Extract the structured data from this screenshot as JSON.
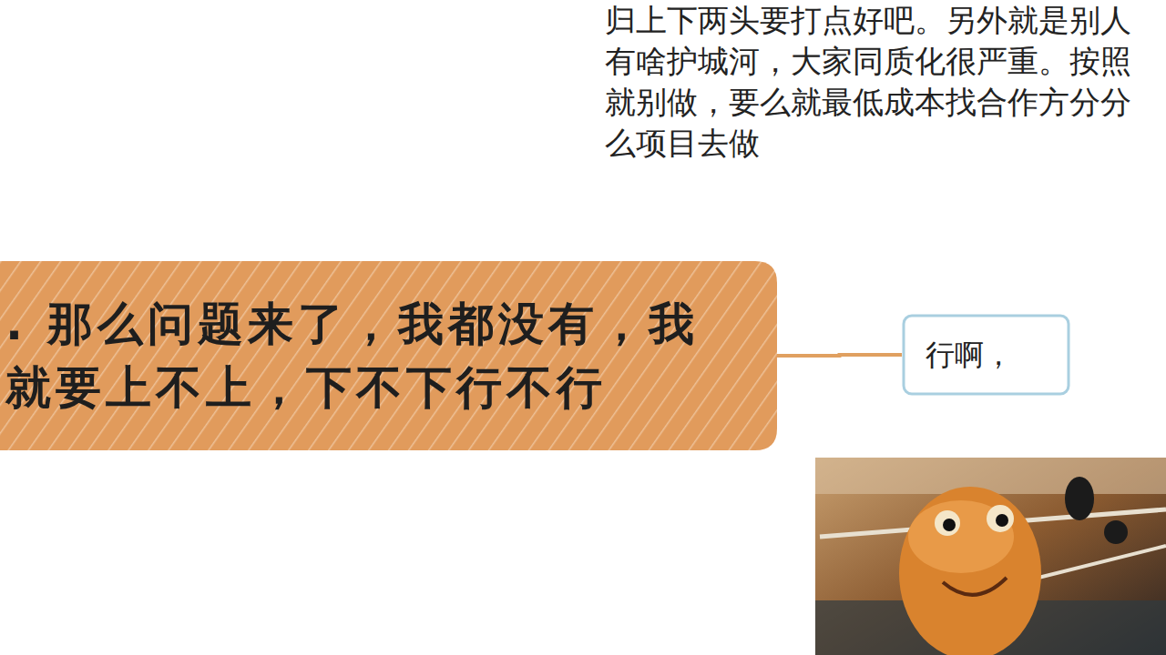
{
  "diagram": {
    "nodes": [
      {
        "text": [
          ". 那么问题来了，我都没有，我 就要上不上，下不下行不行"
        ]
      },
      {
        "text": [
          "行啊，"
        ]
      }
    ],
    "edges": [
      {
        "from": 0,
        "to": 1,
        "arrow": "none"
      }
    ],
    "labels": [
      "归上下两头要打点好吧。另外就是别人 有啥护城河，大家同质化很严重。按照 就别做，要么就最低成本找合作方分分 么项目去做"
    ]
  }
}
